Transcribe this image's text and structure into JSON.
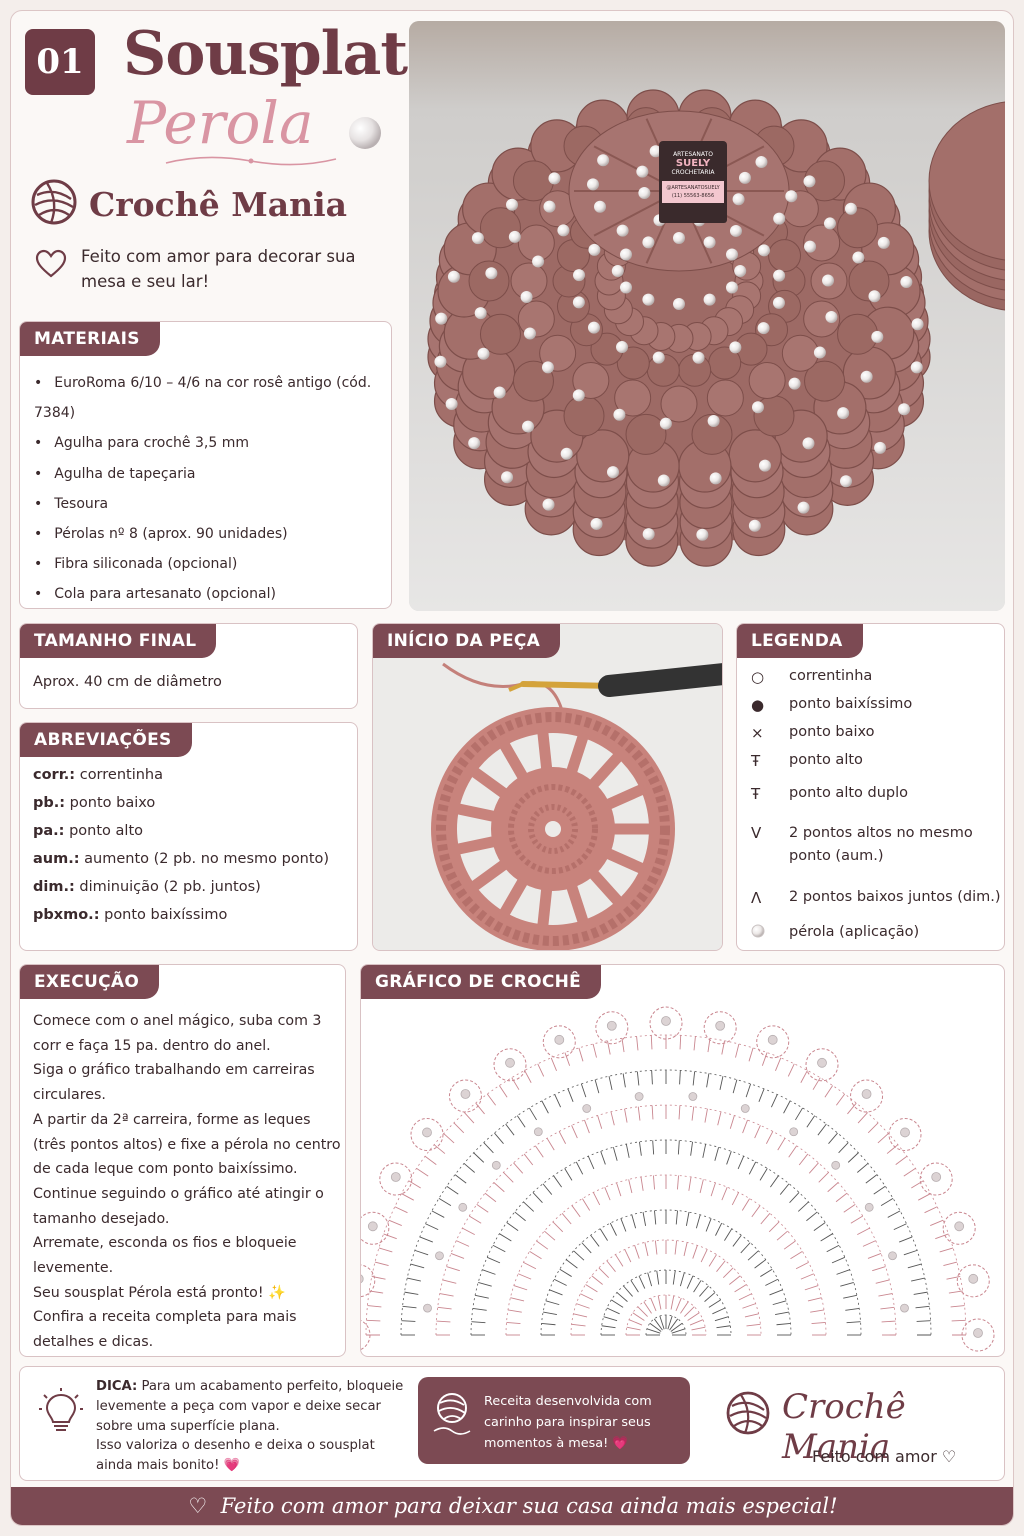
{
  "header": {
    "number": "01",
    "title": "Sousplat",
    "subtitle": "Perola",
    "brand": "Crochê Mania",
    "tagline": "Feito com amor para decorar sua mesa e seu lar!"
  },
  "colors": {
    "accent": "#7c4a53",
    "pink": "#d995a3",
    "yarn": "#a36f6a"
  },
  "materials": {
    "title": "MATERIAIS",
    "items": [
      "EuroRoma 6/10 – 4/6 na cor rosê antigo (cód. 7384)",
      "Agulha para crochê 3,5 mm",
      "Agulha de tapeçaria",
      "Tesoura",
      "Pérolas nº 8 (aprox. 90 unidades)",
      "Fibra siliconada (opcional)",
      "Cola para artesanato (opcional)"
    ]
  },
  "size": {
    "title": "TAMANHO FINAL",
    "text": "Aprox. 40 cm de diâmetro"
  },
  "abbreviations": {
    "title": "ABREVIAÇÕES",
    "items": [
      {
        "abbr": "corr.:",
        "meaning": "correntinha"
      },
      {
        "abbr": "pb.:",
        "meaning": "ponto baixo"
      },
      {
        "abbr": "pa.:",
        "meaning": "ponto alto"
      },
      {
        "abbr": "aum.:",
        "meaning": "aumento (2 pb. no mesmo ponto)"
      },
      {
        "abbr": "dim.:",
        "meaning": "diminuição (2 pb. juntos)"
      },
      {
        "abbr": "pbxmo.:",
        "meaning": "ponto baixíssimo"
      }
    ]
  },
  "start": {
    "title": "INÍCIO DA PEÇA"
  },
  "legend": {
    "title": "LEGENDA",
    "items": [
      {
        "symbol": "○",
        "label": "correntinha"
      },
      {
        "symbol": "●",
        "label": "ponto baixíssimo"
      },
      {
        "symbol": "×",
        "label": "ponto baixo"
      },
      {
        "symbol": "Ŧ",
        "label": "ponto alto"
      },
      {
        "symbol": "Ŧ",
        "label": "ponto alto duplo"
      },
      {
        "symbol": "V",
        "label": "2 pontos altos no mesmo ponto (aum.)"
      },
      {
        "symbol": "Λ",
        "label": "2 pontos baixos juntos (dim.)"
      },
      {
        "symbol": "pearl-icon",
        "label": "pérola (aplicação)"
      }
    ]
  },
  "execution": {
    "title": "EXECUÇÃO",
    "text": "Comece com o anel mágico, suba com 3 corr e faça 15 pa. dentro do anel.\nSiga o gráfico trabalhando em carreiras circulares.\nA partir da 2ª carreira, forme as leques (três pontos altos) e fixe a pérola no centro de cada leque com ponto baixíssimo.\nContinue seguindo o gráfico até atingir o tamanho desejado.\nArremate, esconda os fios e bloqueie levemente.\nSeu sousplat Pérola está pronto! ✨\nConfira a receita completa para mais detalhes e dicas."
  },
  "chart": {
    "title": "GRÁFICO DE CROCHÊ"
  },
  "tip": {
    "label": "DICA:",
    "text": "Para um acabamento perfeito, bloqueie levemente a peça com vapor e deixe secar sobre uma superfície plana.\nIsso valoriza o desenho e deixa o sousplat ainda mais bonito! 💗"
  },
  "promo": {
    "text": "Receita desenvolvida com carinho para inspirar seus momentos à mesa! 💗"
  },
  "brand_footer": {
    "name": "Crochê Mania",
    "tagline": "Feito com amor ♡"
  },
  "footer": {
    "text": "Feito com amor para deixar sua casa ainda mais especial!"
  },
  "photo_label": {
    "line1": "ARTESANATO",
    "line2": "SUELY",
    "line3": "CROCHETARIA",
    "line4": "@ARTESANATOSUELY",
    "line5": "(11) 55563-8656"
  }
}
